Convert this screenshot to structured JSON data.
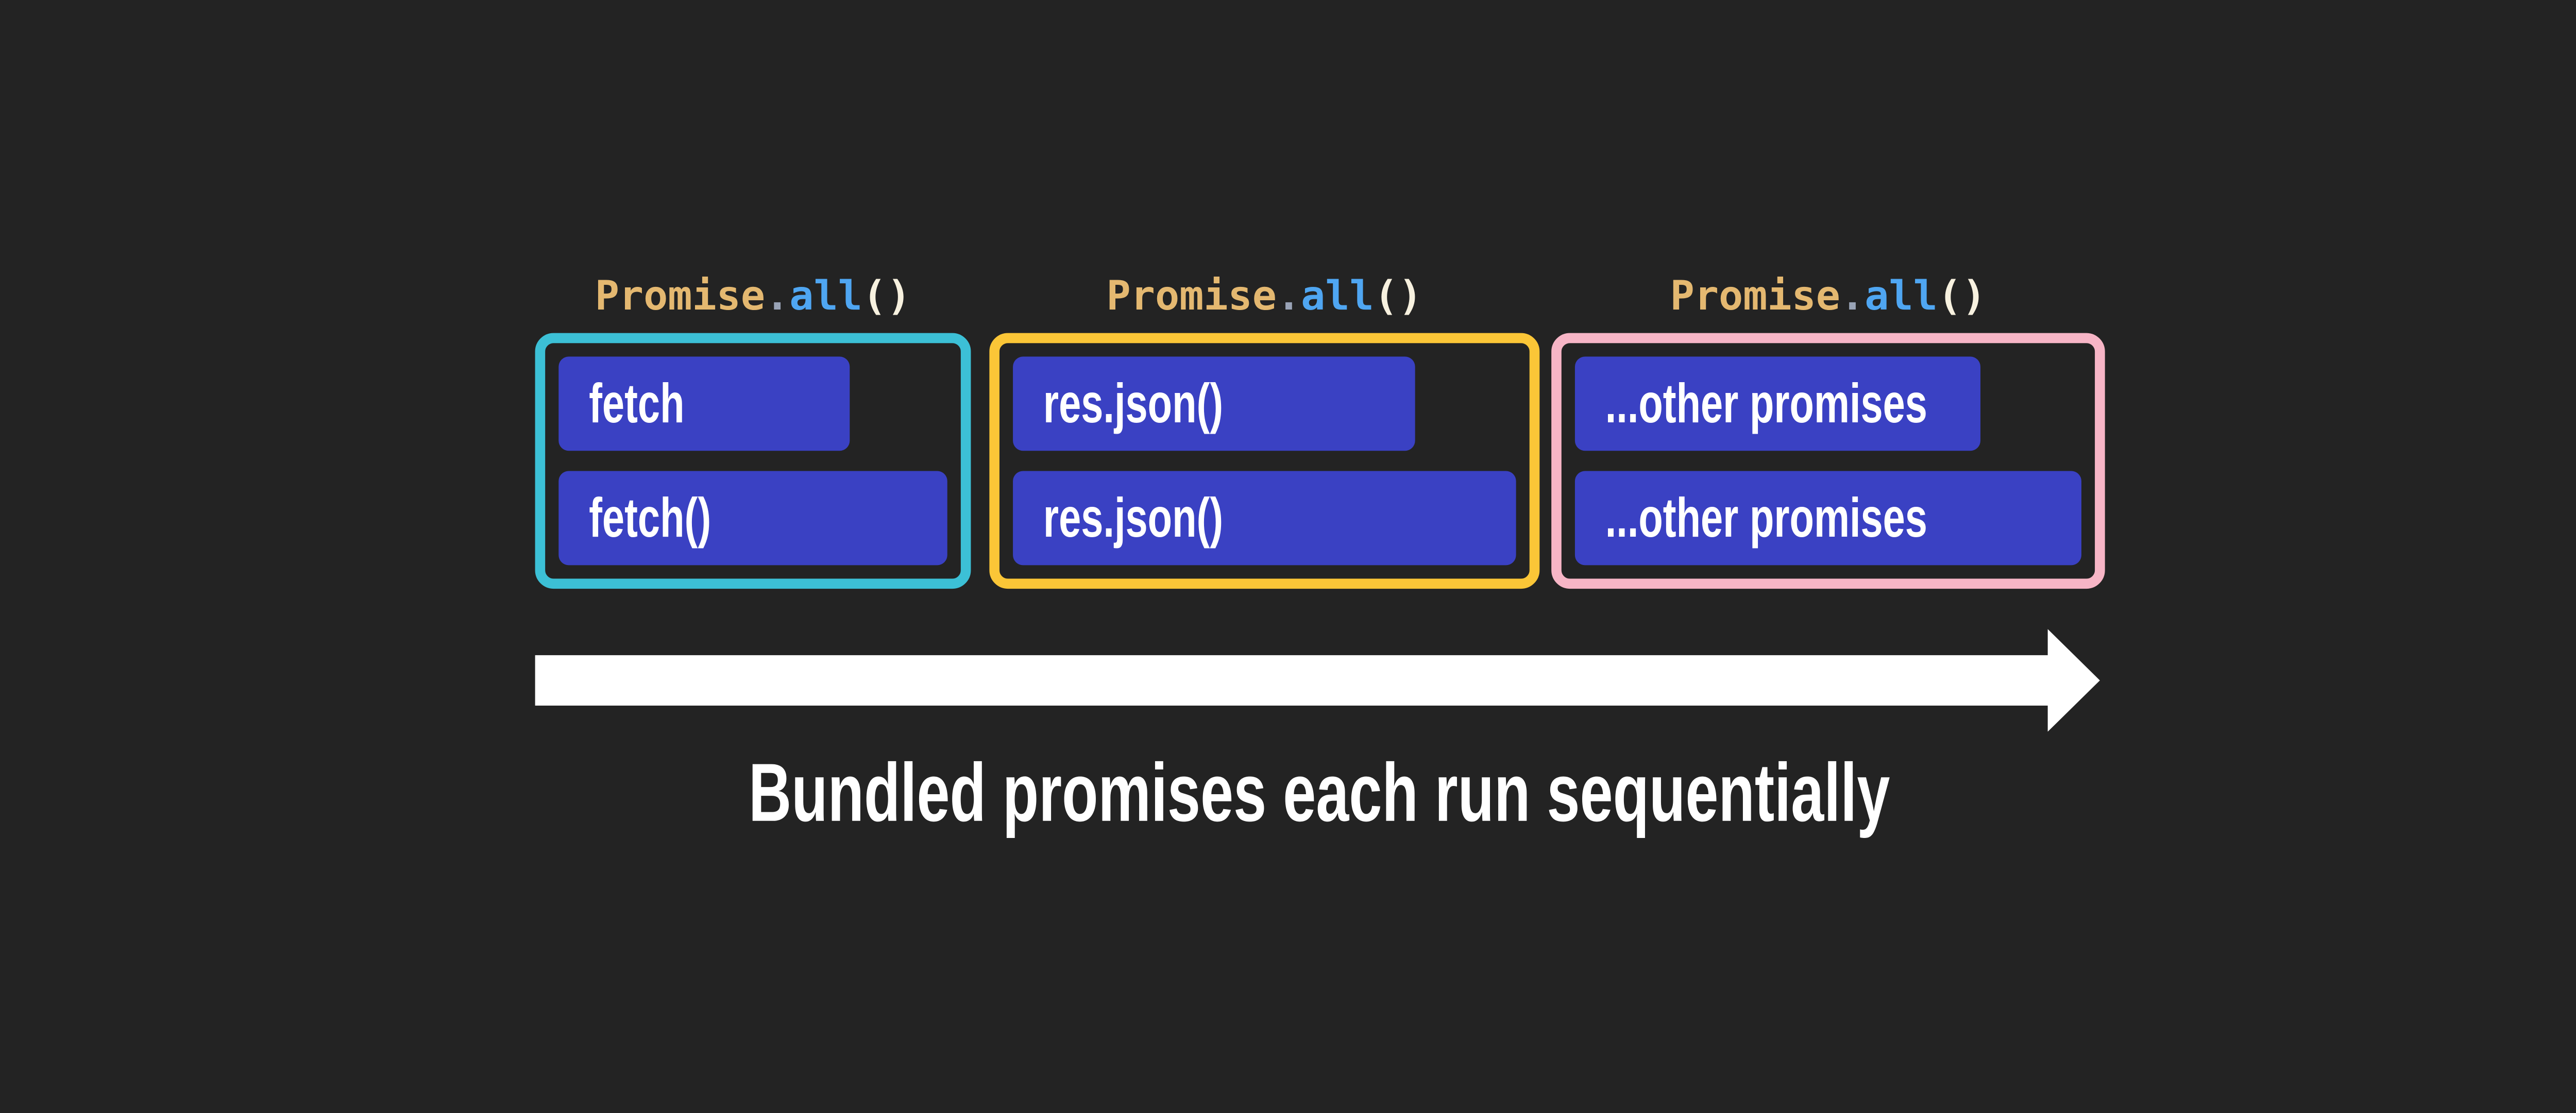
{
  "title": "Promise.all bundles run sequentially diagram",
  "colors": {
    "bg": "#232323",
    "box-cyan": "#3cc0d6",
    "box-yellow": "#fbc637",
    "box-pink": "#f7b5c6",
    "bar-blue": "#3a41c3",
    "code-object": "#e4b870",
    "code-punct": "#99a3b6",
    "code-method": "#4fa6f2",
    "code-paren": "#f7f1df",
    "text-white": "#ffffff"
  },
  "groups": [
    {
      "label": {
        "object": "Promise",
        "dot": ".",
        "method": "all",
        "parens": "()"
      },
      "border_color": "#3cc0d6",
      "border_color_name": "cyan",
      "bars": [
        {
          "text": "fetch",
          "relative_width_pct": 75
        },
        {
          "text": "fetch()",
          "relative_width_pct": 100
        }
      ]
    },
    {
      "label": {
        "object": "Promise",
        "dot": ".",
        "method": "all",
        "parens": "()"
      },
      "border_color": "#fbc637",
      "border_color_name": "yellow",
      "bars": [
        {
          "text": "res.json()",
          "relative_width_pct": 80
        },
        {
          "text": "res.json()",
          "relative_width_pct": 100
        }
      ]
    },
    {
      "label": {
        "object": "Promise",
        "dot": ".",
        "method": "all",
        "parens": "()"
      },
      "border_color": "#f7b5c6",
      "border_color_name": "pink",
      "bars": [
        {
          "text": "...other promises",
          "relative_width_pct": 80
        },
        {
          "text": "...other promises",
          "relative_width_pct": 100
        }
      ]
    }
  ],
  "arrow": {
    "direction": "right",
    "color": "#ffffff"
  },
  "caption": {
    "text": "Bundled promises each run sequentially",
    "color": "#ffffff"
  }
}
